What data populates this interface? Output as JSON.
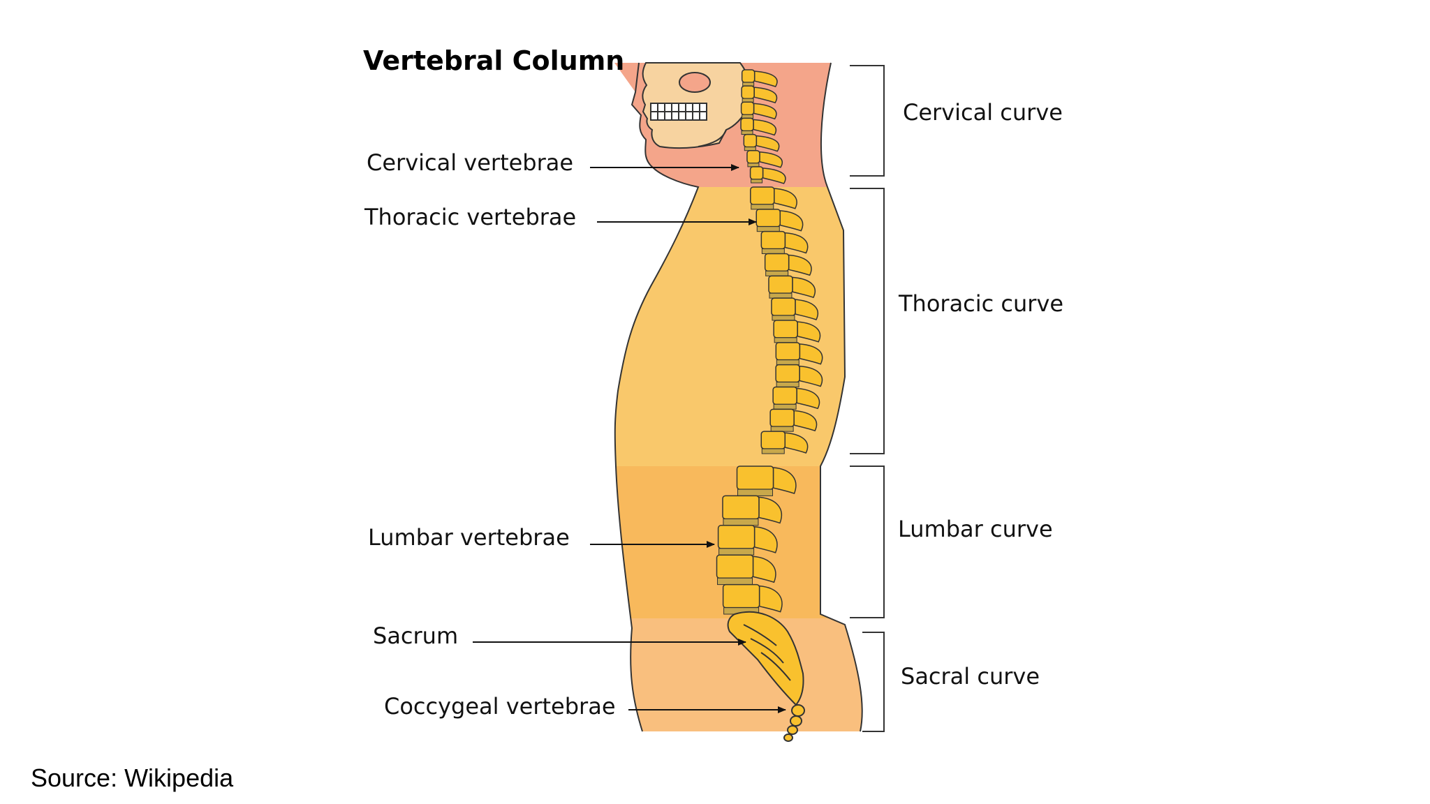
{
  "title": "Vertebral Column",
  "source": "Source: Wikipedia",
  "vertebrae_labels": {
    "cervical": "Cervical vertebrae",
    "thoracic": "Thoracic vertebrae",
    "lumbar": "Lumbar vertebrae",
    "sacrum": "Sacrum",
    "coccygeal": "Coccygeal vertebrae"
  },
  "curve_labels": {
    "cervical": "Cervical curve",
    "thoracic": "Thoracic curve",
    "lumbar": "Lumbar curve",
    "sacral": "Sacral curve"
  },
  "colors": {
    "cervical_region": "#f4a58a",
    "thoracic_region": "#f9c86b",
    "lumbar_region": "#f8b95c",
    "sacral_region": "#f9bf7e",
    "bone": "#f9c12e",
    "disc": "#c8a84b",
    "outline": "#333333"
  }
}
